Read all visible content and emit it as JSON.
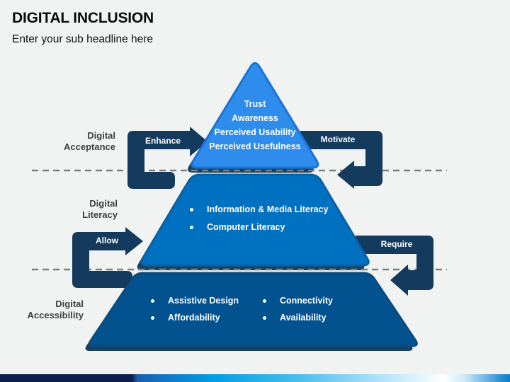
{
  "header": {
    "title": "DIGITAL INCLUSION",
    "subtitle": "Enter your sub headline here"
  },
  "pyramid": {
    "tier_acceptance": {
      "label": "Digital Acceptance",
      "items": [
        "Trust",
        "Awareness",
        "Perceived Usability",
        "Perceived Usefulness"
      ],
      "fill": "#2E8CEC",
      "border": "#1A73D8"
    },
    "tier_literacy": {
      "label": "Digital Literacy",
      "items": [
        "Information & Media Literacy",
        "Computer Literacy"
      ],
      "fill": "#0070C0",
      "border": "#0A60A4"
    },
    "tier_accessibility": {
      "label": "Digital Accessibility",
      "items": [
        "Assistive Design",
        "Affordability",
        "Connectivity",
        "Availability"
      ],
      "fill": "#02528F",
      "border": "#0A4B7E"
    },
    "arrows": {
      "enhance": "Enhance",
      "motivate": "Motivate",
      "allow": "Allow",
      "require": "Require"
    },
    "colors": {
      "arrow": "#143A5E",
      "shadow": "#17425F",
      "dashed_line": "#7F7F7F",
      "bar_navy": "#0E1E4E",
      "bar_blue": "#009FE4"
    }
  }
}
